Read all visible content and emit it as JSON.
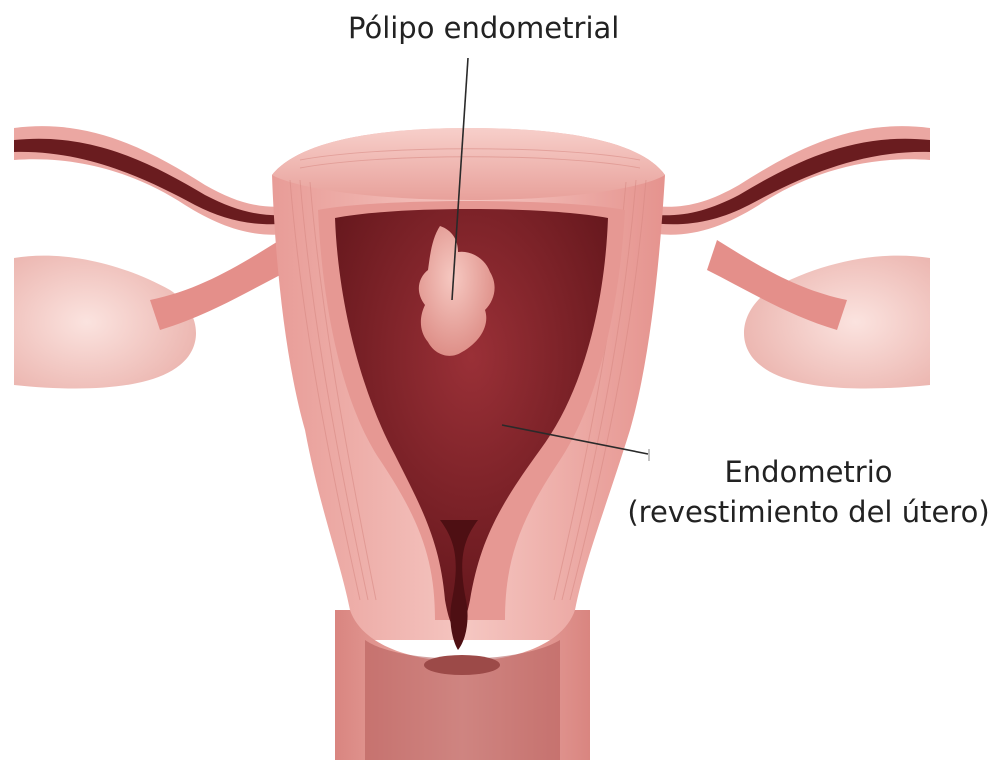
{
  "labels": {
    "polyp": "Pólipo endometrial",
    "endometrium_line1": "Endometrio",
    "endometrium_line2": "(revestimiento del útero)"
  },
  "colors": {
    "background": "#ffffff",
    "tissue_light": "#f4c3bf",
    "tissue_mid": "#e79a95",
    "tissue_dark": "#c9706c",
    "cavity": "#7e2026",
    "cavity_deep": "#5a1216",
    "polyp": "#f0b5ad",
    "ovary": "#f6d2cd",
    "text": "#222222"
  }
}
